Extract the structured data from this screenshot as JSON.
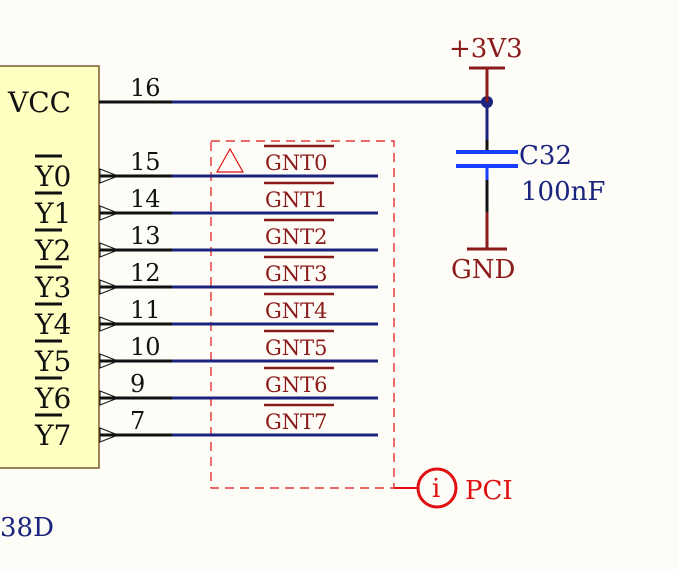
{
  "ic": {
    "vcc_label": "VCC",
    "part_suffix": "38D",
    "outputs": [
      {
        "label": "Y0",
        "pin": "15",
        "net": "GNT0"
      },
      {
        "label": "Y1",
        "pin": "14",
        "net": "GNT1"
      },
      {
        "label": "Y2",
        "pin": "13",
        "net": "GNT2"
      },
      {
        "label": "Y3",
        "pin": "12",
        "net": "GNT3"
      },
      {
        "label": "Y4",
        "pin": "11",
        "net": "GNT4"
      },
      {
        "label": "Y5",
        "pin": "10",
        "net": "GNT5"
      },
      {
        "label": "Y6",
        "pin": "9",
        "net": "GNT6"
      },
      {
        "label": "Y7",
        "pin": "7",
        "net": "GNT7"
      }
    ],
    "vcc_pin": "16"
  },
  "power": {
    "supply": "+3V3",
    "ground": "GND"
  },
  "capacitor": {
    "ref": "C32",
    "value": "100nF"
  },
  "port": {
    "icon_letter": "i",
    "name": "PCI"
  },
  "colors": {
    "wire": "#1a237e",
    "component_body": "#ffffc2",
    "power": "#8b1a1a",
    "capacitor_plate": "#1a3cff",
    "harness": "#e01010",
    "background": "#fdfcf7"
  }
}
